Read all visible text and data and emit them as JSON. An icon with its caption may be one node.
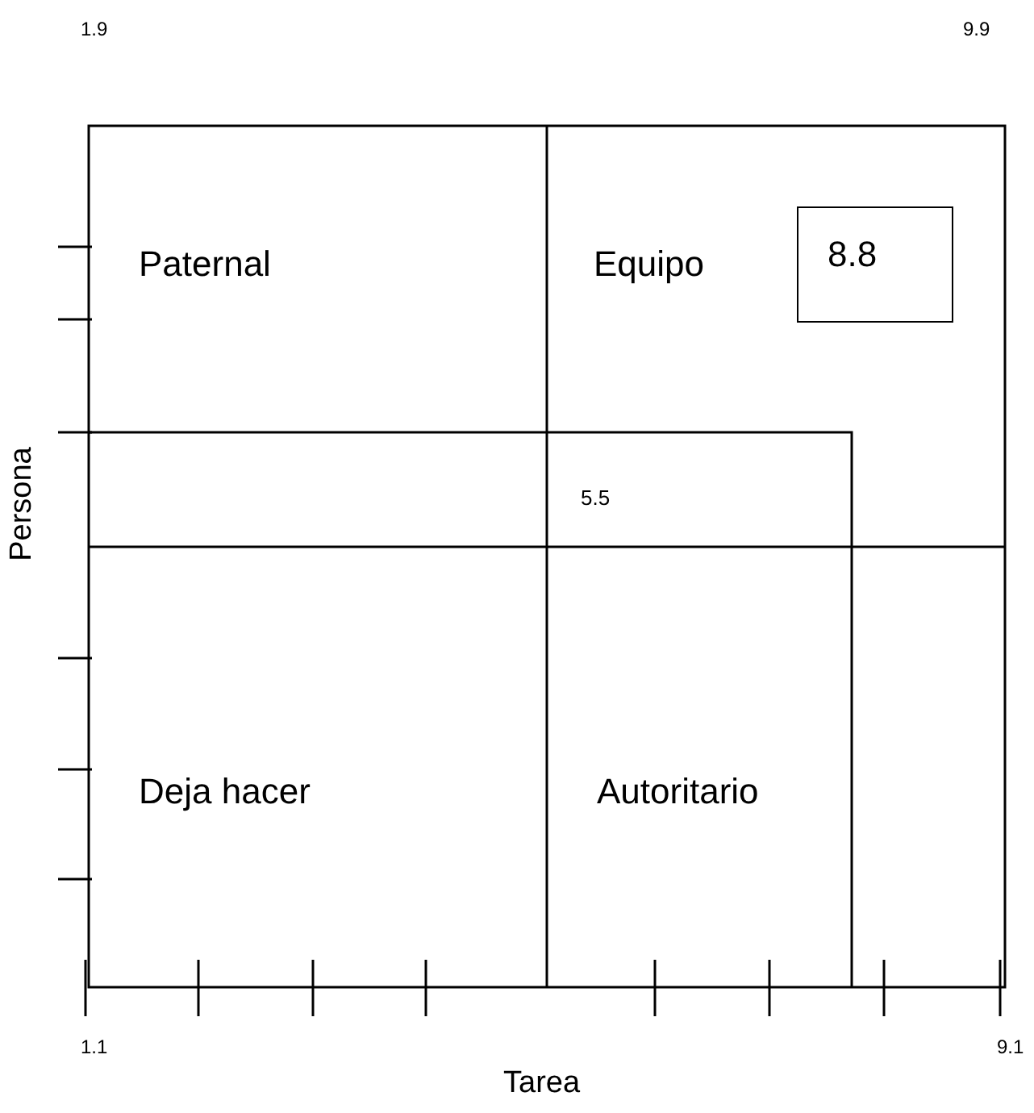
{
  "diagram": {
    "nodes": [
      {
        "text": [
          "8.8"
        ]
      }
    ],
    "labels": [
      "1.9",
      "9.9",
      "Paternal",
      "Equipo",
      "Persona",
      "5.5",
      "Deja hacer",
      "Autoritario",
      "1.1",
      "9.1",
      "Tarea"
    ]
  }
}
